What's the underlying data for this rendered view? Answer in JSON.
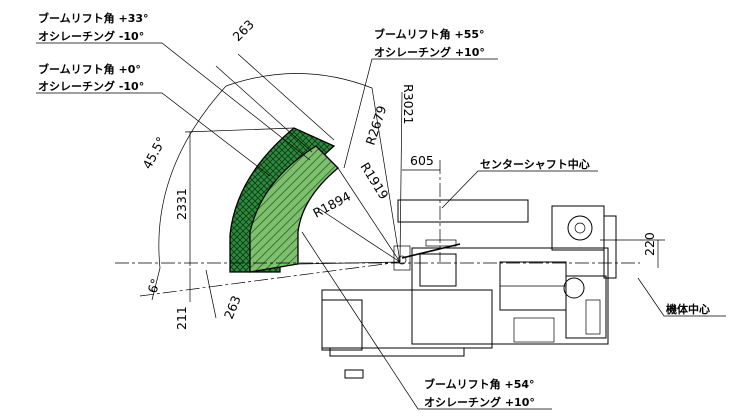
{
  "labels": {
    "pos1_line1": "ブームリフト角 +33°",
    "pos1_line2": "オシレーチング -10°",
    "pos2_line1": "ブームリフト角 +0°",
    "pos2_line2": "オシレーチング -10°",
    "pos3_line1": "ブームリフト角 +55°",
    "pos3_line2": "オシレーチング +10°",
    "pos4_line1": "ブームリフト角 +54°",
    "pos4_line2": "オシレーチング +10°",
    "center_shaft": "センターシャフト中心",
    "machine_center": "機体中心"
  },
  "dimensions": {
    "d263_top": "263",
    "d263_bottom": "263",
    "angle_45_5": "45.5°",
    "angle_6": "6°",
    "d2331": "2331",
    "d211": "211",
    "r3021": "R3021",
    "r2679": "R2679",
    "r1919": "R1919",
    "r1894": "R1894",
    "d605": "605",
    "d220": "220"
  }
}
